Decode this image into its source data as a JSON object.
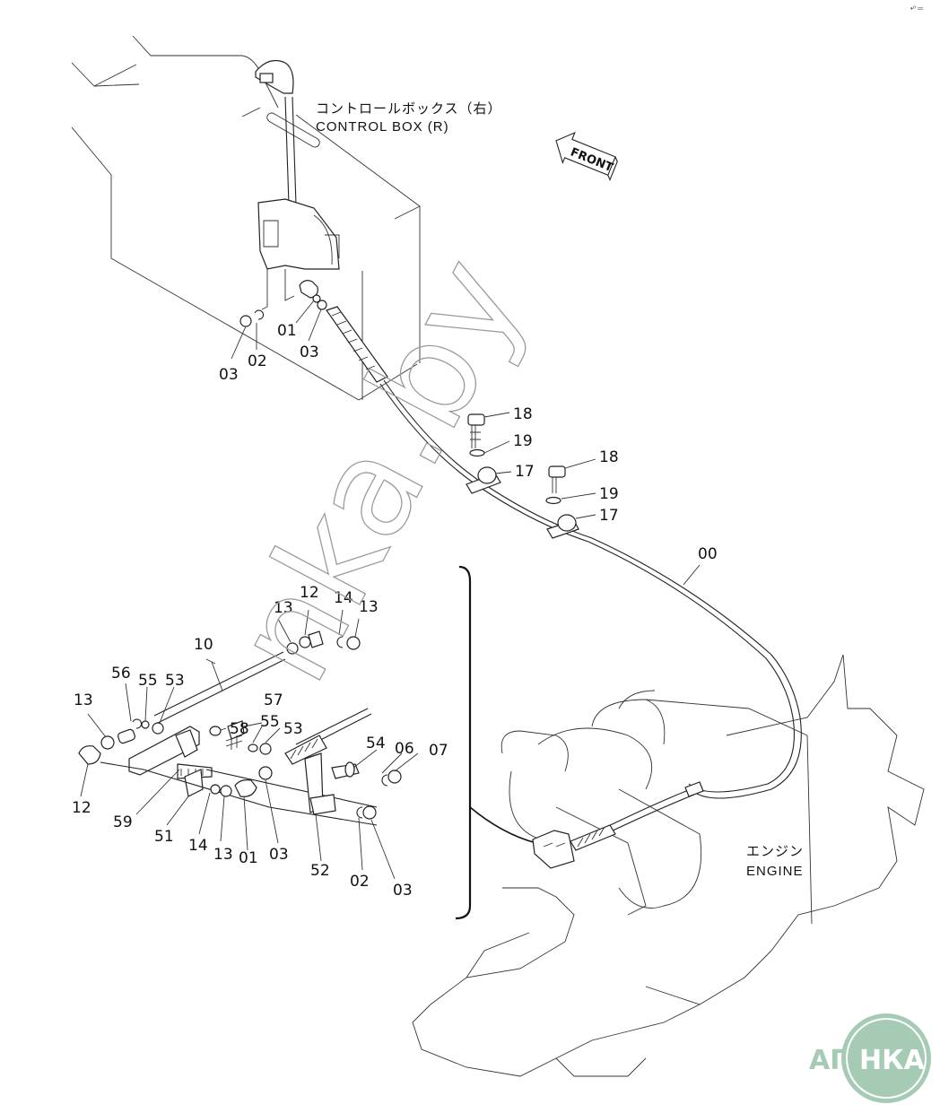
{
  "diagram": {
    "title_jp": "コントロールボックス（右）",
    "title_en": "CONTROL BOX (R)",
    "front_label": "FRONT",
    "engine_jp": "エンジン",
    "engine_en": "ENGINE",
    "corner_mark": "•⁰ ═",
    "watermark": "nka.by",
    "logo": {
      "left": "АГРО",
      "right": "НКА",
      "color": "#a5cbb5"
    },
    "callouts": [
      {
        "id": "01",
        "group": "control-box"
      },
      {
        "id": "03",
        "group": "control-box"
      },
      {
        "id": "03",
        "group": "control-box-left"
      },
      {
        "id": "02",
        "group": "control-box-left"
      },
      {
        "id": "18",
        "group": "clamp-1"
      },
      {
        "id": "19",
        "group": "clamp-1"
      },
      {
        "id": "17",
        "group": "clamp-1"
      },
      {
        "id": "18",
        "group": "clamp-2"
      },
      {
        "id": "19",
        "group": "clamp-2"
      },
      {
        "id": "17",
        "group": "clamp-2"
      },
      {
        "id": "00",
        "group": "cable"
      },
      {
        "id": "13",
        "group": "rod-end"
      },
      {
        "id": "12",
        "group": "rod-end"
      },
      {
        "id": "14",
        "group": "rod-end"
      },
      {
        "id": "13",
        "group": "rod-end"
      },
      {
        "id": "10",
        "group": "rod"
      },
      {
        "id": "56",
        "group": "linkage"
      },
      {
        "id": "55",
        "group": "linkage"
      },
      {
        "id": "53",
        "group": "linkage"
      },
      {
        "id": "13",
        "group": "linkage"
      },
      {
        "id": "57",
        "group": "linkage"
      },
      {
        "id": "58",
        "group": "linkage"
      },
      {
        "id": "55",
        "group": "linkage"
      },
      {
        "id": "53",
        "group": "linkage"
      },
      {
        "id": "54",
        "group": "linkage"
      },
      {
        "id": "06",
        "group": "linkage"
      },
      {
        "id": "07",
        "group": "linkage"
      },
      {
        "id": "12",
        "group": "linkage"
      },
      {
        "id": "59",
        "group": "linkage"
      },
      {
        "id": "51",
        "group": "linkage"
      },
      {
        "id": "14",
        "group": "linkage"
      },
      {
        "id": "13",
        "group": "linkage"
      },
      {
        "id": "01",
        "group": "linkage"
      },
      {
        "id": "03",
        "group": "linkage"
      },
      {
        "id": "52",
        "group": "linkage"
      },
      {
        "id": "02",
        "group": "linkage"
      },
      {
        "id": "03",
        "group": "linkage"
      }
    ]
  }
}
